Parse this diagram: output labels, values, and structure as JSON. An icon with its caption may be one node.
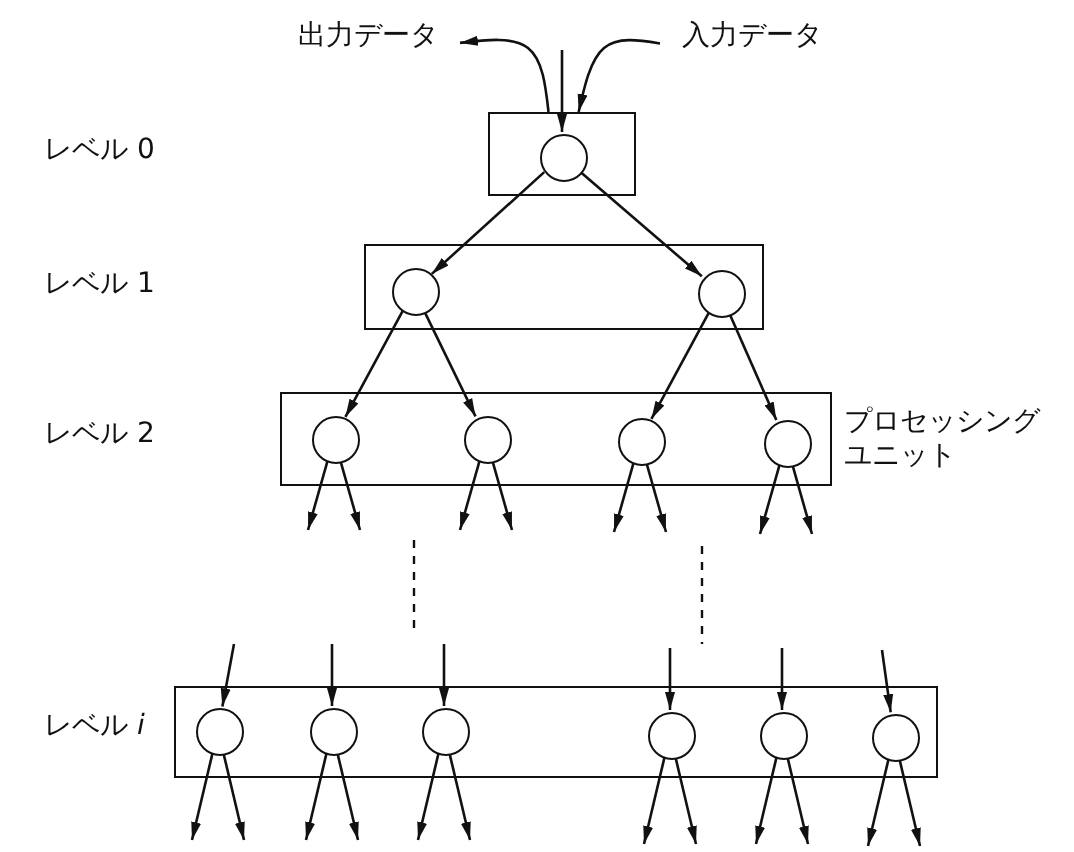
{
  "diagram": {
    "nodes": [
      {
        "text": [
          "出力データ"
        ]
      },
      {
        "text": [
          "入力データ"
        ]
      },
      {
        "text": [],
        "shape": "box"
      },
      {
        "text": [],
        "shape": "circle",
        "in": 2
      },
      {
        "text": [],
        "shape": "box"
      },
      {
        "text": [],
        "shape": "circle",
        "in": 4
      },
      {
        "text": [],
        "shape": "circle",
        "in": 4
      },
      {
        "text": [],
        "shape": "box",
        "beside": [
          "プロセッシングユニット"
        ]
      },
      {
        "text": [],
        "shape": "circle",
        "in": 7
      },
      {
        "text": [],
        "shape": "circle",
        "in": 7
      },
      {
        "text": [],
        "shape": "circle",
        "in": 7
      },
      {
        "text": [],
        "shape": "circle",
        "in": 7
      },
      {
        "text": [],
        "shape": "box"
      },
      {
        "text": [],
        "shape": "circle",
        "in": 12
      },
      {
        "text": [],
        "shape": "circle",
        "in": 12
      },
      {
        "text": [],
        "shape": "circle",
        "in": 12
      },
      {
        "text": [],
        "shape": "circle",
        "in": 12
      },
      {
        "text": [],
        "shape": "circle",
        "in": 12
      },
      {
        "text": [],
        "shape": "circle",
        "in": 12
      }
    ],
    "edges": [
      {
        "from": 2,
        "to": 0,
        "arrow": "to"
      },
      {
        "from": 1,
        "to": 2,
        "arrow": "to"
      },
      {
        "from": null,
        "to": 3,
        "arrow": "to"
      },
      {
        "from": 3,
        "to": 5,
        "arrow": "to"
      },
      {
        "from": 3,
        "to": 6,
        "arrow": "to"
      },
      {
        "from": 5,
        "to": 8,
        "arrow": "to"
      },
      {
        "from": 5,
        "to": 9,
        "arrow": "to"
      },
      {
        "from": 6,
        "to": 10,
        "arrow": "to"
      },
      {
        "from": 6,
        "to": 11,
        "arrow": "to"
      },
      {
        "from": 8,
        "to": null,
        "arrow": "to"
      },
      {
        "from": 8,
        "to": null,
        "arrow": "to"
      },
      {
        "from": 9,
        "to": null,
        "arrow": "to"
      },
      {
        "from": 9,
        "to": null,
        "arrow": "to"
      },
      {
        "from": 10,
        "to": null,
        "arrow": "to"
      },
      {
        "from": 10,
        "to": null,
        "arrow": "to"
      },
      {
        "from": 11,
        "to": null,
        "arrow": "to"
      },
      {
        "from": 11,
        "to": null,
        "arrow": "to"
      },
      {
        "from": null,
        "to": 13,
        "arrow": "to"
      },
      {
        "from": null,
        "to": 14,
        "arrow": "to"
      },
      {
        "from": null,
        "to": 15,
        "arrow": "to"
      },
      {
        "from": null,
        "to": 16,
        "arrow": "to"
      },
      {
        "from": null,
        "to": 17,
        "arrow": "to"
      },
      {
        "from": null,
        "to": 18,
        "arrow": "to"
      },
      {
        "from": 13,
        "to": null,
        "arrow": "to"
      },
      {
        "from": 13,
        "to": null,
        "arrow": "to"
      },
      {
        "from": 14,
        "to": null,
        "arrow": "to"
      },
      {
        "from": 14,
        "to": null,
        "arrow": "to"
      },
      {
        "from": 15,
        "to": null,
        "arrow": "to"
      },
      {
        "from": 15,
        "to": null,
        "arrow": "to"
      },
      {
        "from": 16,
        "to": null,
        "arrow": "to"
      },
      {
        "from": 16,
        "to": null,
        "arrow": "to"
      },
      {
        "from": 17,
        "to": null,
        "arrow": "to"
      },
      {
        "from": 17,
        "to": null,
        "arrow": "to"
      },
      {
        "from": 18,
        "to": null,
        "arrow": "to"
      },
      {
        "from": 18,
        "to": null,
        "arrow": "to"
      }
    ],
    "labels": [
      "レベル 0",
      "レベル 1",
      "レベル 2",
      "レベル *i*"
    ]
  }
}
